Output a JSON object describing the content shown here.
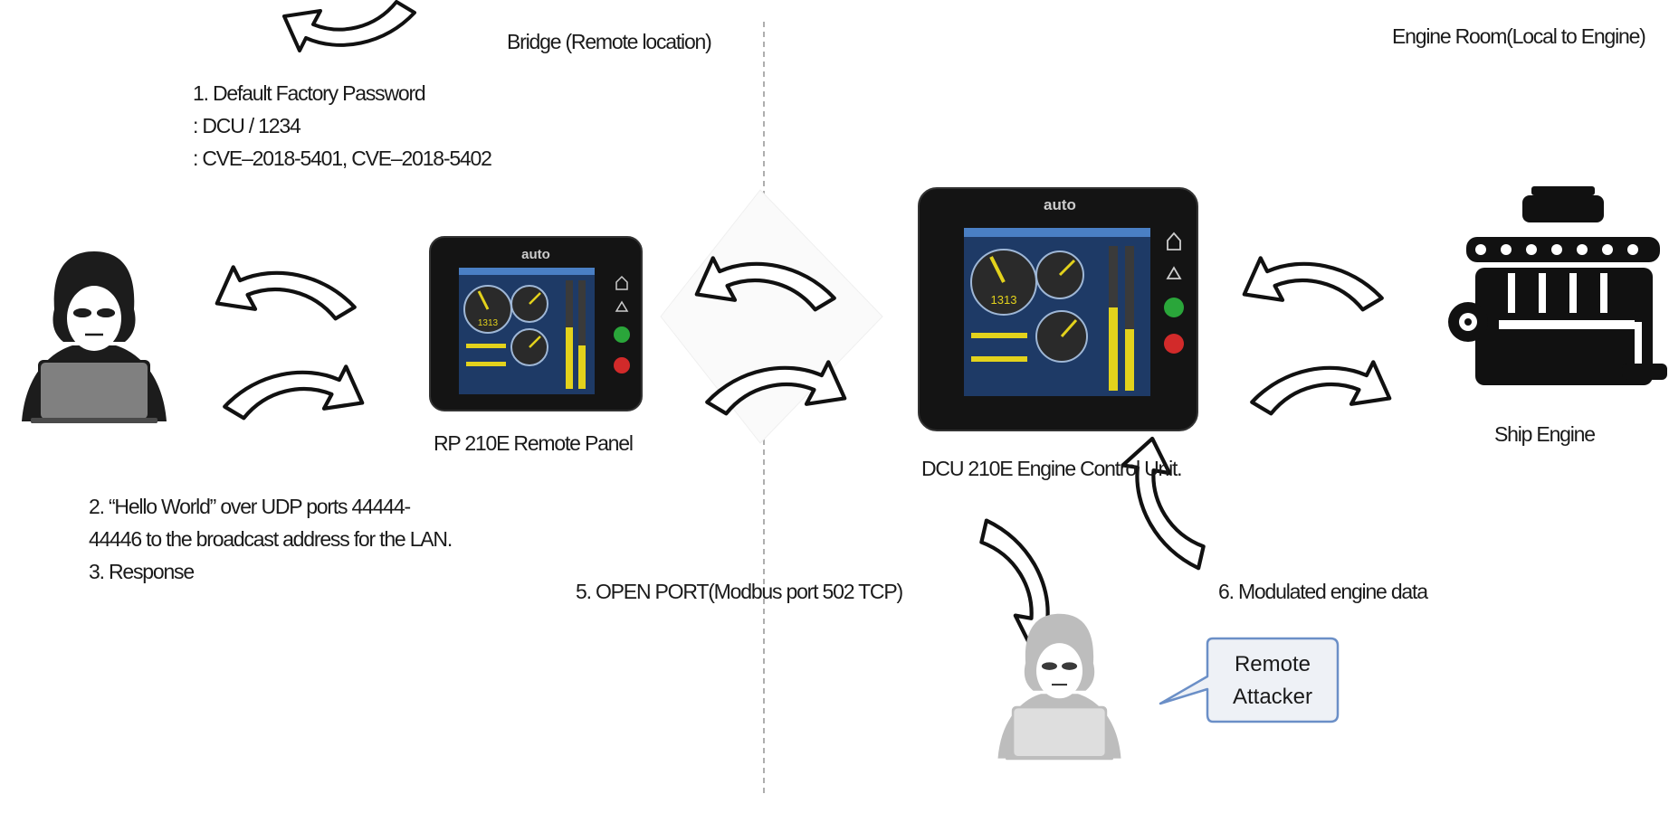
{
  "zones": {
    "bridge": "Bridge (Remote location)",
    "engine_room": "Engine Room(Local to Engine)"
  },
  "steps": {
    "step1_title": "1. Default Factory Password",
    "step1_line2": ": DCU / 1234",
    "step1_line3": ": CVE–2018-5401, CVE–2018-5402",
    "step2_line1": "2. “Hello World” over UDP ports 44444-",
    "step2_line2": "44446 to the broadcast address for the LAN.",
    "step3": "3. Response",
    "step5": "5. OPEN PORT(Modbus port 502 TCP)",
    "step6": "6. Modulated engine data"
  },
  "devices": {
    "remote_panel": "RP 210E Remote Panel",
    "engine_control_unit": "DCU 210E Engine Control Unit.",
    "ship_engine": "Ship Engine",
    "brand_logo": "auto",
    "screen_readout": "1313"
  },
  "callout": {
    "line1": "Remote",
    "line2": "Attacker"
  },
  "colors": {
    "arrow_stroke": "#111111",
    "divider": "#9a9a9a",
    "callout_border": "#6b8fc7",
    "callout_fill": "#eef1f6",
    "panel_screen": "#1e3a66",
    "gauge_needle": "#e3d21c",
    "status_green": "#2aa63a",
    "status_red": "#d22a2a"
  }
}
